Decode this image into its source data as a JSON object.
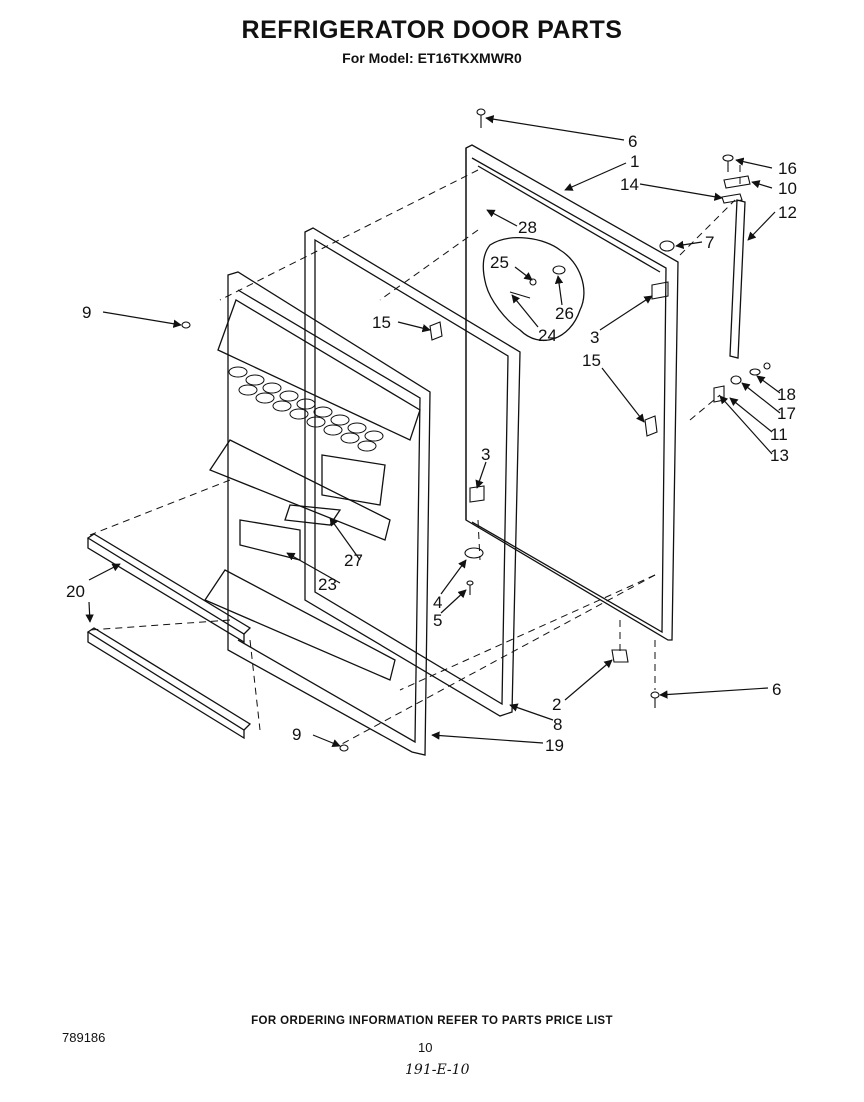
{
  "title": "REFRIGERATOR DOOR PARTS",
  "subtitle": "For Model: ET16TKXMWR0",
  "footer_note": "FOR ORDERING INFORMATION REFER TO PARTS PRICE LIST",
  "doc_number": "789186",
  "page_number": "10",
  "handwritten_note": "191-E-10",
  "callouts": {
    "c6a": "6",
    "c1": "1",
    "c16": "16",
    "c14": "14",
    "c10": "10",
    "c12": "12",
    "c28": "28",
    "c7": "7",
    "c25": "25",
    "c26": "26",
    "c24": "24",
    "c3a": "3",
    "c9a": "9",
    "c15a": "15",
    "c15b": "15",
    "c18": "18",
    "c17": "17",
    "c11": "11",
    "c13": "13",
    "c3b": "3",
    "c27": "27",
    "c20": "20",
    "c23": "23",
    "c4": "4",
    "c5": "5",
    "c2": "2",
    "c6b": "6",
    "c8": "8",
    "c9b": "9",
    "c19": "19"
  }
}
